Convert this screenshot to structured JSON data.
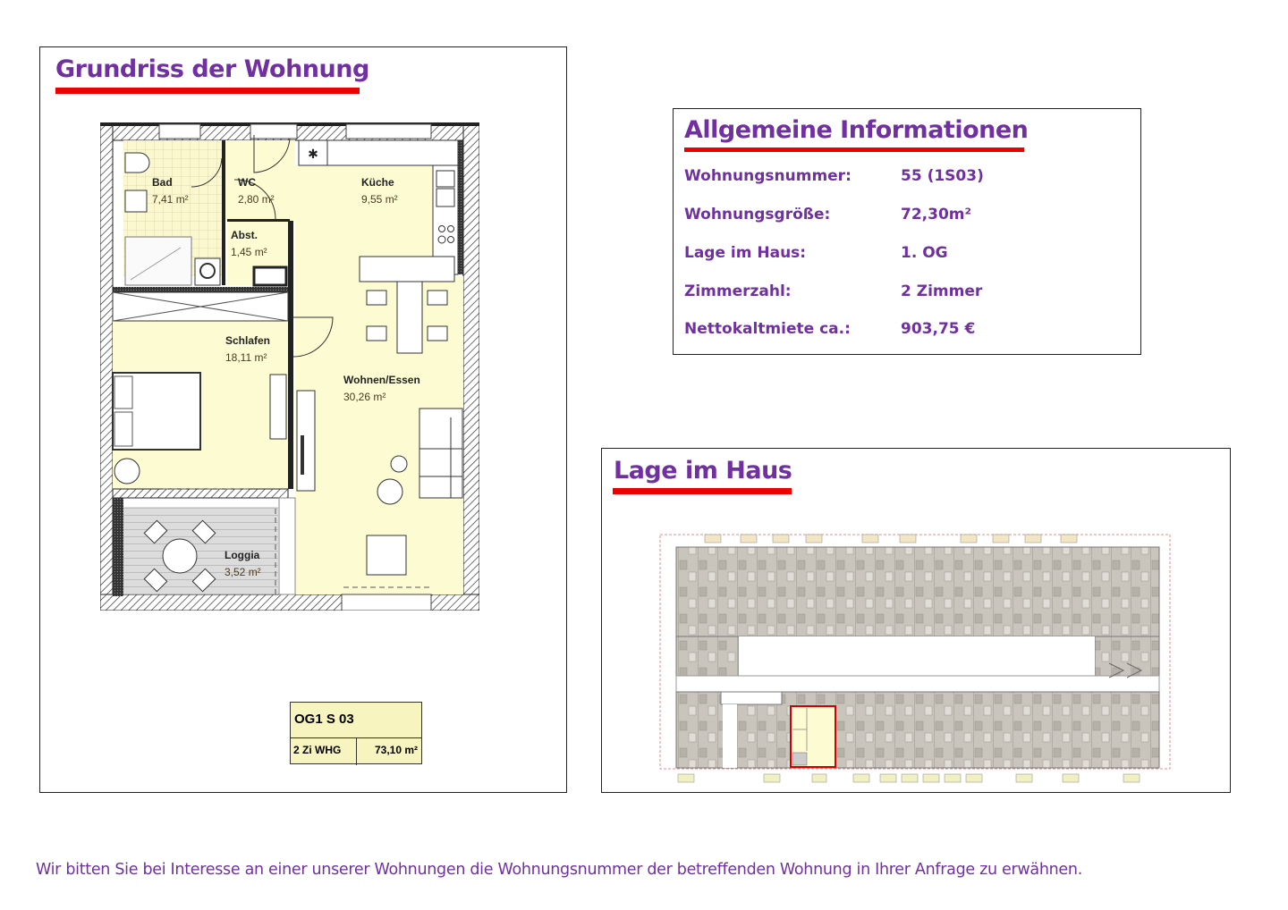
{
  "floorplan_panel": {
    "title": "Grundriss der Wohnung",
    "rooms": [
      {
        "name": "Bad",
        "area": "7,41 m²"
      },
      {
        "name": "WC",
        "area": "2,80 m²"
      },
      {
        "name": "Küche",
        "area": "9,55 m²"
      },
      {
        "name": "Abst.",
        "area": "1,45 m²"
      },
      {
        "name": "Schlafen",
        "area": "18,11 m²"
      },
      {
        "name": "Wohnen/Essen",
        "area": "30,26 m²"
      },
      {
        "name": "Loggia",
        "area": "3,52 m²"
      }
    ],
    "unit_tag": {
      "code": "OG1 S 03",
      "type": "2 Zi WHG",
      "area": "73,10 m²"
    }
  },
  "info_panel": {
    "title": "Allgemeine Informationen",
    "rows": [
      {
        "label": "Wohnungsnummer:",
        "value": "55 (1S03)"
      },
      {
        "label": "Wohnungsgröße:",
        "value": "72,30m²"
      },
      {
        "label": "Lage im Haus:",
        "value": "1. OG"
      },
      {
        "label": "Zimmerzahl:",
        "value": "2 Zimmer"
      },
      {
        "label": "Nettokaltmiete ca.:",
        "value": "903,75 €"
      }
    ]
  },
  "location_panel": {
    "title": "Lage im Haus",
    "highlight_color": "#d00000"
  },
  "footer": {
    "text": "Wir bitten Sie bei Interesse an einer unserer Wohnungen die Wohnungsnummer der betreffenden Wohnung in Ihrer Anfrage zu erwähnen."
  },
  "colors": {
    "heading": "#7030a0",
    "underline": "#ee0000",
    "room_fill": "#fdfbd2",
    "loggia_fill": "#d9d9d9"
  }
}
